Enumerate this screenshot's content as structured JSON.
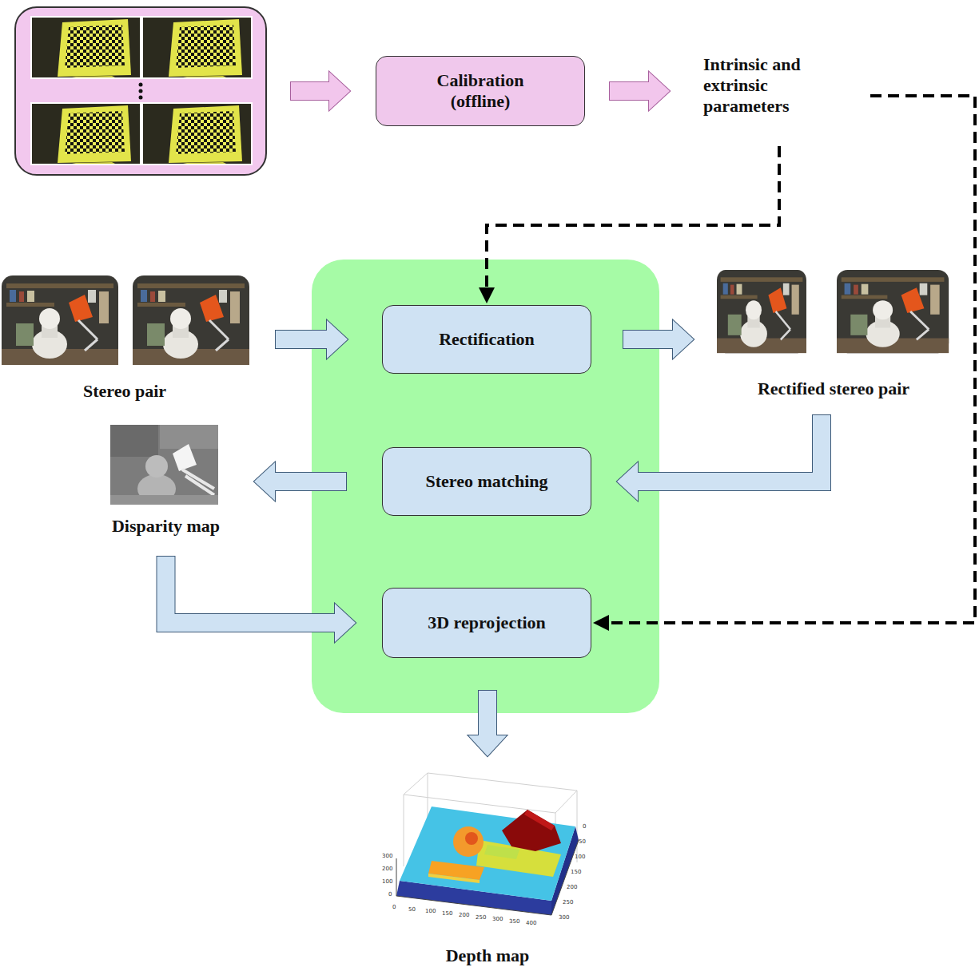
{
  "diagram": {
    "nodes": [
      {
        "text": []
      },
      {
        "text": [
          "Calibration (offline)"
        ]
      },
      {
        "text": [
          "Intrinsic and extrinsic parameters"
        ]
      },
      {
        "text": []
      },
      {
        "text": [
          "Stereo pair"
        ]
      },
      {
        "text": [
          "Rectification"
        ],
        "in": 3
      },
      {
        "text": [
          "Rectified stereo pair"
        ]
      },
      {
        "text": [
          "Stereo matching"
        ],
        "in": 3
      },
      {
        "text": [
          "Disparity map"
        ]
      },
      {
        "text": [
          "3D reprojection"
        ],
        "in": 3
      },
      {
        "text": [
          "Depth map"
        ]
      }
    ],
    "edges": [
      {
        "from": 0,
        "to": 1,
        "arrow": "to"
      },
      {
        "from": 1,
        "to": 2,
        "arrow": "to"
      },
      {
        "from": 2,
        "to": 5,
        "arrow": "to"
      },
      {
        "from": 2,
        "to": 9,
        "arrow": "to"
      },
      {
        "from": 4,
        "to": 5,
        "arrow": "to"
      },
      {
        "from": 5,
        "to": 6,
        "arrow": "to"
      },
      {
        "from": 6,
        "to": 7,
        "arrow": "to"
      },
      {
        "from": 7,
        "to": 8,
        "arrow": "to"
      },
      {
        "from": 8,
        "to": 9,
        "arrow": "to"
      },
      {
        "from": 3,
        "to": 10,
        "arrow": "to"
      }
    ],
    "labels": [
      "300",
      "200",
      "100",
      "0",
      "0",
      "50",
      "100",
      "150",
      "200",
      "250",
      "300",
      "350",
      "400",
      "0",
      "50",
      "100",
      "150",
      "200",
      "250",
      "300"
    ]
  }
}
